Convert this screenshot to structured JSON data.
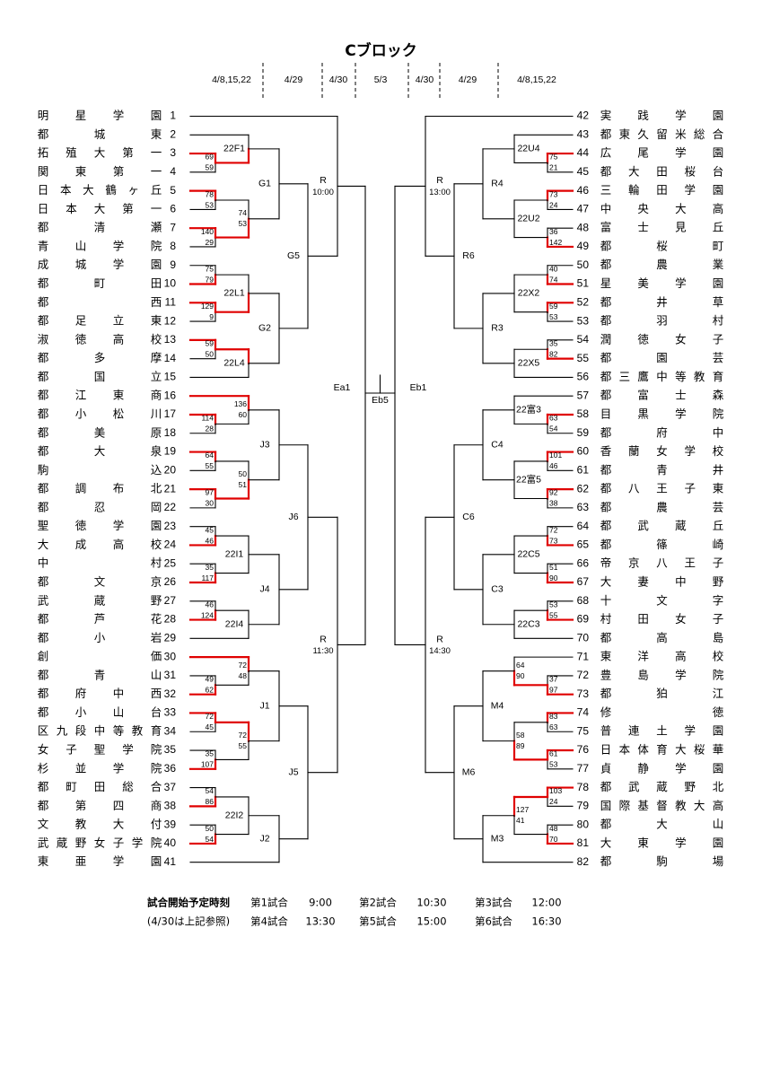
{
  "title": "Cブロック",
  "dates": [
    "4/8,15,22",
    "4/29",
    "4/30",
    "5/3",
    "4/30",
    "4/29",
    "4/8,15,22"
  ],
  "left_teams": [
    {
      "no": "1",
      "name": "明星学園"
    },
    {
      "no": "2",
      "name": "都城東"
    },
    {
      "no": "3",
      "name": "拓殖大第一"
    },
    {
      "no": "4",
      "name": "関東第一"
    },
    {
      "no": "5",
      "name": "日本大鶴ヶ丘"
    },
    {
      "no": "6",
      "name": "日本大第一"
    },
    {
      "no": "7",
      "name": "都清瀬"
    },
    {
      "no": "8",
      "name": "青山学院"
    },
    {
      "no": "9",
      "name": "成城学園"
    },
    {
      "no": "10",
      "name": "都町田"
    },
    {
      "no": "11",
      "name": "都西"
    },
    {
      "no": "12",
      "name": "都足立東"
    },
    {
      "no": "13",
      "name": "淑徳高校"
    },
    {
      "no": "14",
      "name": "都多摩"
    },
    {
      "no": "15",
      "name": "都国立"
    },
    {
      "no": "16",
      "name": "都江東商"
    },
    {
      "no": "17",
      "name": "都小松川"
    },
    {
      "no": "18",
      "name": "都美原"
    },
    {
      "no": "19",
      "name": "都大泉"
    },
    {
      "no": "20",
      "name": "駒込"
    },
    {
      "no": "21",
      "name": "都調布北"
    },
    {
      "no": "22",
      "name": "都忍岡"
    },
    {
      "no": "23",
      "name": "聖徳学園"
    },
    {
      "no": "24",
      "name": "大成高校"
    },
    {
      "no": "25",
      "name": "中村"
    },
    {
      "no": "26",
      "name": "都文京"
    },
    {
      "no": "27",
      "name": "武蔵野"
    },
    {
      "no": "28",
      "name": "都芦花"
    },
    {
      "no": "29",
      "name": "都小岩"
    },
    {
      "no": "30",
      "name": "創価"
    },
    {
      "no": "31",
      "name": "都青山"
    },
    {
      "no": "32",
      "name": "都府中西"
    },
    {
      "no": "33",
      "name": "都小山台"
    },
    {
      "no": "34",
      "name": "区九段中等教育"
    },
    {
      "no": "35",
      "name": "女子聖学院"
    },
    {
      "no": "36",
      "name": "杉並学院"
    },
    {
      "no": "37",
      "name": "都町田総合"
    },
    {
      "no": "38",
      "name": "都第四商"
    },
    {
      "no": "39",
      "name": "文教大付"
    },
    {
      "no": "40",
      "name": "武蔵野女子学院"
    },
    {
      "no": "41",
      "name": "東亜学園"
    }
  ],
  "right_teams": [
    {
      "no": "42",
      "name": "実践学園"
    },
    {
      "no": "43",
      "name": "都東久留米総合"
    },
    {
      "no": "44",
      "name": "広尾学園"
    },
    {
      "no": "45",
      "name": "都大田桜台"
    },
    {
      "no": "46",
      "name": "三輪田学園"
    },
    {
      "no": "47",
      "name": "中央大高"
    },
    {
      "no": "48",
      "name": "富士見丘"
    },
    {
      "no": "49",
      "name": "都桜町"
    },
    {
      "no": "50",
      "name": "都農業"
    },
    {
      "no": "51",
      "name": "星美学園"
    },
    {
      "no": "52",
      "name": "都井草"
    },
    {
      "no": "53",
      "name": "都羽村"
    },
    {
      "no": "54",
      "name": "潤徳女子"
    },
    {
      "no": "55",
      "name": "都園芸"
    },
    {
      "no": "56",
      "name": "都三鷹中等教育"
    },
    {
      "no": "57",
      "name": "都富士森"
    },
    {
      "no": "58",
      "name": "目黒学院"
    },
    {
      "no": "59",
      "name": "都府中"
    },
    {
      "no": "60",
      "name": "香蘭女学校"
    },
    {
      "no": "61",
      "name": "都青井"
    },
    {
      "no": "62",
      "name": "都八王子東"
    },
    {
      "no": "63",
      "name": "都農芸"
    },
    {
      "no": "64",
      "name": "都武蔵丘"
    },
    {
      "no": "65",
      "name": "都篠崎"
    },
    {
      "no": "66",
      "name": "帝京八王子"
    },
    {
      "no": "67",
      "name": "大妻中野"
    },
    {
      "no": "68",
      "name": "十文字"
    },
    {
      "no": "69",
      "name": "村田女子"
    },
    {
      "no": "70",
      "name": "都高島"
    },
    {
      "no": "71",
      "name": "東洋高校"
    },
    {
      "no": "72",
      "name": "豊島学院"
    },
    {
      "no": "73",
      "name": "都狛江"
    },
    {
      "no": "74",
      "name": "修徳"
    },
    {
      "no": "75",
      "name": "普連土学園"
    },
    {
      "no": "76",
      "name": "日本体育大桜華"
    },
    {
      "no": "77",
      "name": "貞静学園"
    },
    {
      "no": "78",
      "name": "都武蔵野北"
    },
    {
      "no": "79",
      "name": "国際基督教大高"
    },
    {
      "no": "80",
      "name": "都大山"
    },
    {
      "no": "81",
      "name": "大東学園"
    },
    {
      "no": "82",
      "name": "都駒場"
    }
  ],
  "left_matches": [
    {
      "top": "3",
      "bot": "4",
      "w": "top",
      "s1": "69",
      "s2": "59"
    },
    {
      "top": "2",
      "bot": "M:3-4",
      "w": "bot",
      "label": "22F1"
    },
    {
      "top": "5",
      "bot": "6",
      "w": "top",
      "s1": "78",
      "s2": "53"
    },
    {
      "top": "7",
      "bot": "8",
      "w": "top",
      "s1": "140",
      "s2": "29"
    },
    {
      "top": "M:5-6",
      "bot": "M:7-8",
      "w": "bot",
      "s1": "74",
      "s2": "53"
    },
    {
      "top": "M:2-4",
      "bot": "M:5-8",
      "label": "G1"
    },
    {
      "top": "9",
      "bot": "10",
      "w": "bot",
      "s1": "75",
      "s2": "79"
    },
    {
      "top": "11",
      "bot": "12",
      "w": "top",
      "s1": "129",
      "s2": "9"
    },
    {
      "top": "M:9-10",
      "bot": "M:11-12",
      "w": "bot",
      "label": "22L1"
    },
    {
      "top": "13",
      "bot": "14",
      "w": "top",
      "s1": "59",
      "s2": "50"
    },
    {
      "top": "M:13-14",
      "bot": "15",
      "w": "top",
      "label": "22L4"
    },
    {
      "top": "M:9-12",
      "bot": "M:13-15",
      "label": "G2"
    },
    {
      "top": "M:2-8",
      "bot": "M:9-15",
      "label": "G5"
    },
    {
      "top": "1",
      "bot": "M:2-15",
      "label": "R",
      "time": "10:00"
    },
    {
      "top": "17",
      "bot": "18",
      "w": "top",
      "s1": "114",
      "s2": "28"
    },
    {
      "top": "16",
      "bot": "M:17-18",
      "w": "top",
      "s1": "136",
      "s2": "60"
    },
    {
      "top": "19",
      "bot": "20",
      "w": "top",
      "s1": "64",
      "s2": "55"
    },
    {
      "top": "21",
      "bot": "22",
      "w": "top",
      "s1": "97",
      "s2": "30"
    },
    {
      "top": "M:19-20",
      "bot": "M:21-22",
      "w": "bot",
      "s1": "50",
      "s2": "51"
    },
    {
      "top": "M:16-18",
      "bot": "M:19-22",
      "label": "J3"
    },
    {
      "top": "23",
      "bot": "24",
      "w": "bot",
      "s1": "45",
      "s2": "46"
    },
    {
      "top": "25",
      "bot": "26",
      "w": "bot",
      "s1": "35",
      "s2": "117"
    },
    {
      "top": "M:23-24",
      "bot": "M:25-26",
      "label": "22I1"
    },
    {
      "top": "27",
      "bot": "28",
      "w": "bot",
      "s1": "46",
      "s2": "124"
    },
    {
      "top": "M:27-28",
      "bot": "29",
      "label": "22I4"
    },
    {
      "top": "M:23-26",
      "bot": "M:27-29",
      "label": "J4"
    },
    {
      "top": "M:16-22",
      "bot": "M:23-29",
      "label": "J6"
    },
    {
      "top": "31",
      "bot": "32",
      "w": "bot",
      "s1": "49",
      "s2": "62"
    },
    {
      "top": "30",
      "bot": "M:31-32",
      "w": "top",
      "s1": "72",
      "s2": "48"
    },
    {
      "top": "33",
      "bot": "34",
      "w": "top",
      "s1": "72",
      "s2": "45"
    },
    {
      "top": "35",
      "bot": "36",
      "w": "bot",
      "s1": "35",
      "s2": "107"
    },
    {
      "top": "M:33-34",
      "bot": "M:35-36",
      "w": "top",
      "s1": "72",
      "s2": "55"
    },
    {
      "top": "M:30-32",
      "bot": "M:33-36",
      "label": "J1"
    },
    {
      "top": "37",
      "bot": "38",
      "w": "bot",
      "s1": "54",
      "s2": "86"
    },
    {
      "top": "39",
      "bot": "40",
      "w": "bot",
      "s1": "50",
      "s2": "54"
    },
    {
      "top": "M:37-38",
      "bot": "M:39-40",
      "label": "22I2"
    },
    {
      "top": "M:37-40",
      "bot": "41",
      "label": "J2"
    },
    {
      "top": "M:30-36",
      "bot": "M:37-41",
      "label": "J5"
    },
    {
      "top": "M:16-29",
      "bot": "M:30-41",
      "label": "R",
      "time": "11:30"
    },
    {
      "top": "M:1-15",
      "bot": "M:16-41",
      "label": "Ea1"
    }
  ],
  "right_matches": [
    {
      "top": "44",
      "bot": "45",
      "w": "top",
      "s1": "75",
      "s2": "21"
    },
    {
      "top": "43",
      "bot": "M:44-45",
      "label": "22U4"
    },
    {
      "top": "46",
      "bot": "47",
      "w": "top",
      "s1": "73",
      "s2": "24"
    },
    {
      "top": "48",
      "bot": "49",
      "w": "bot",
      "s1": "36",
      "s2": "142"
    },
    {
      "top": "M:46-47",
      "bot": "M:48-49",
      "label": "22U2"
    },
    {
      "top": "M:43-45",
      "bot": "M:46-49",
      "label": "R4"
    },
    {
      "top": "50",
      "bot": "51",
      "w": "bot",
      "s1": "40",
      "s2": "74"
    },
    {
      "top": "52",
      "bot": "53",
      "w": "top",
      "s1": "59",
      "s2": "53"
    },
    {
      "top": "M:50-51",
      "bot": "M:52-53",
      "label": "22X2"
    },
    {
      "top": "54",
      "bot": "55",
      "w": "bot",
      "s1": "35",
      "s2": "82"
    },
    {
      "top": "M:54-55",
      "bot": "56",
      "label": "22X5"
    },
    {
      "top": "M:50-53",
      "bot": "M:54-56",
      "label": "R3"
    },
    {
      "top": "M:43-49",
      "bot": "M:50-56",
      "label": "R6"
    },
    {
      "top": "42",
      "bot": "M:43-56",
      "label": "R",
      "time": "13:00"
    },
    {
      "top": "58",
      "bot": "59",
      "w": "top",
      "s1": "63",
      "s2": "54"
    },
    {
      "top": "57",
      "bot": "M:58-59",
      "label": "22富3"
    },
    {
      "top": "60",
      "bot": "61",
      "w": "top",
      "s1": "101",
      "s2": "46"
    },
    {
      "top": "62",
      "bot": "63",
      "w": "top",
      "s1": "92",
      "s2": "38"
    },
    {
      "top": "M:60-61",
      "bot": "M:62-63",
      "label": "22富5"
    },
    {
      "top": "M:57-59",
      "bot": "M:60-63",
      "label": "C4"
    },
    {
      "top": "64",
      "bot": "65",
      "w": "bot",
      "s1": "72",
      "s2": "73"
    },
    {
      "top": "66",
      "bot": "67",
      "w": "bot",
      "s1": "51",
      "s2": "90"
    },
    {
      "top": "M:64-65",
      "bot": "M:66-67",
      "label": "22C5"
    },
    {
      "top": "68",
      "bot": "69",
      "w": "bot",
      "s1": "53",
      "s2": "55"
    },
    {
      "top": "M:68-69",
      "bot": "70",
      "label": "22C3"
    },
    {
      "top": "M:64-67",
      "bot": "M:68-70",
      "label": "C3"
    },
    {
      "top": "M:57-63",
      "bot": "M:64-70",
      "label": "C6"
    },
    {
      "top": "72",
      "bot": "73",
      "w": "bot",
      "s1": "37",
      "s2": "97"
    },
    {
      "top": "71",
      "bot": "M:72-73",
      "w": "bot",
      "s1": "64",
      "s2": "90"
    },
    {
      "top": "74",
      "bot": "75",
      "w": "top",
      "s1": "83",
      "s2": "63"
    },
    {
      "top": "76",
      "bot": "77",
      "w": "top",
      "s1": "61",
      "s2": "53"
    },
    {
      "top": "M:74-75",
      "bot": "M:76-77",
      "w": "bot",
      "s1": "58",
      "s2": "89"
    },
    {
      "top": "M:71-73",
      "bot": "M:74-77",
      "label": "M4"
    },
    {
      "top": "78",
      "bot": "79",
      "w": "top",
      "s1": "103",
      "s2": "24"
    },
    {
      "top": "80",
      "bot": "81",
      "w": "bot",
      "s1": "48",
      "s2": "70"
    },
    {
      "top": "M:78-79",
      "bot": "M:80-81",
      "w": "top",
      "s1": "127",
      "s2": "41"
    },
    {
      "top": "M:78-81",
      "bot": "82",
      "label": "M3"
    },
    {
      "top": "M:71-77",
      "bot": "M:78-82",
      "label": "M6"
    },
    {
      "top": "M:57-70",
      "bot": "M:71-82",
      "label": "R",
      "time": "14:30"
    },
    {
      "top": "M:42-56",
      "bot": "M:57-82",
      "label": "Eb1"
    }
  ],
  "final_label": "Eb5",
  "schedule": {
    "heading": "試合開始予定時刻",
    "note": "(4/30は上記参照)",
    "rows": [
      [
        {
          "game": "第1試合",
          "time": "9:00"
        },
        {
          "game": "第2試合",
          "time": "10:30"
        },
        {
          "game": "第3試合",
          "time": "12:00"
        }
      ],
      [
        {
          "game": "第4試合",
          "time": "13:30"
        },
        {
          "game": "第5試合",
          "time": "15:00"
        },
        {
          "game": "第6試合",
          "time": "16:30"
        }
      ]
    ]
  },
  "colors": {
    "win": "#e00000",
    "line": "#000000"
  }
}
